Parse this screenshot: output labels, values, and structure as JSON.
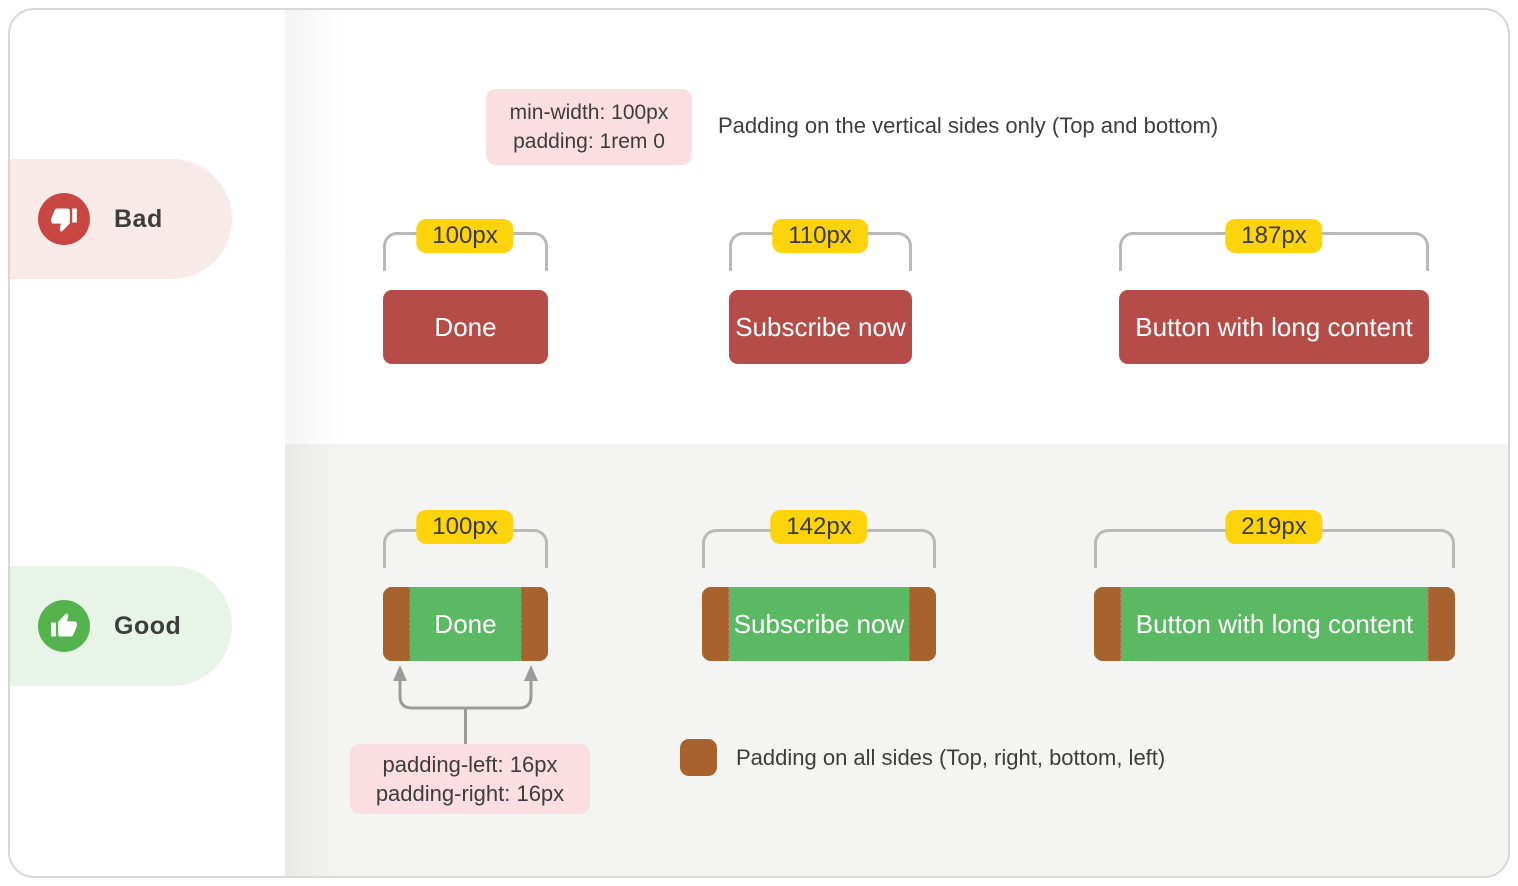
{
  "sidebar": {
    "bad": {
      "label": "Bad",
      "icon": "thumbs-down-icon"
    },
    "good": {
      "label": "Good",
      "icon": "thumbs-up-icon"
    }
  },
  "bad_section": {
    "code_box": [
      "min-width: 100px",
      "padding: 1rem 0"
    ],
    "caption": "Padding on the vertical sides only (Top and bottom)",
    "buttons": [
      {
        "width_label": "100px",
        "text": "Done"
      },
      {
        "width_label": "110px",
        "text": "Subscribe now"
      },
      {
        "width_label": "187px",
        "text": "Button with long content"
      }
    ]
  },
  "good_section": {
    "buttons": [
      {
        "width_label": "100px",
        "text": "Done"
      },
      {
        "width_label": "142px",
        "text": "Subscribe now"
      },
      {
        "width_label": "219px",
        "text": "Button with long content"
      }
    ],
    "code_box": [
      "padding-left: 16px",
      "padding-right: 16px"
    ],
    "legend": "Padding on all sides (Top, right, bottom, left)"
  },
  "colors": {
    "bad_button_red": "#b54c47",
    "bad_icon_red": "#c84743",
    "bad_pill_pink": "#f9eaea",
    "good_button_green": "#5bb863",
    "good_icon_green": "#55b34e",
    "good_pill_green": "#e9f4e9",
    "padding_brown": "#a8622d",
    "width_tag_yellow": "#fdd30b",
    "code_box_pink": "#fbdee1",
    "gray_zone": "#f4f4f2",
    "text_dark": "#3d3d3d",
    "bracket_gray": "#b9b9b9"
  }
}
